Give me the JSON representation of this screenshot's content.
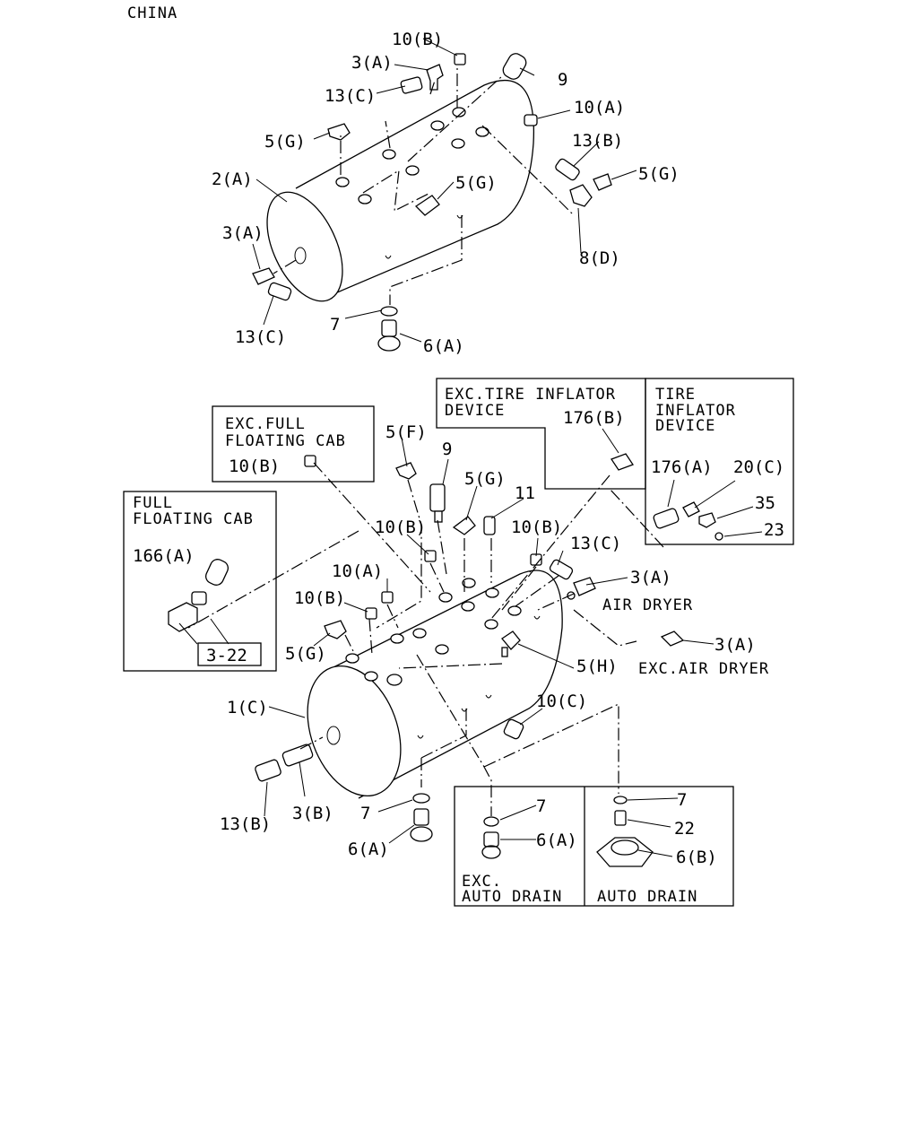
{
  "header": {
    "region": "CHINA"
  },
  "top_assembly": {
    "labels": {
      "p10b": "10(B)",
      "p3a_1": "3(A)",
      "p13c_1": "13(C)",
      "p9": "9",
      "p10a": "10(A)",
      "p5g_1": "5(G)",
      "p13b": "13(B)",
      "p5g_2": "5(G)",
      "p2a": "2(A)",
      "p5g_3": "5(G)",
      "p3a_2": "3(A)",
      "p8d": "8(D)",
      "p13c_2": "13(C)",
      "p7": "7",
      "p6a": "6(A)"
    }
  },
  "bottom_assembly": {
    "boxes": {
      "exc_full_floating_cab": {
        "line1": "EXC.FULL",
        "line2": "FLOATING CAB"
      },
      "full_floating_cab": {
        "line1": "FULL",
        "line2": "FLOATING CAB",
        "ref": "3-22"
      },
      "exc_tire_inflator": {
        "line1": "EXC.TIRE INFLATOR",
        "line2": "DEVICE"
      },
      "tire_inflator": {
        "line1": "TIRE",
        "line2": "INFLATOR",
        "line3": "DEVICE"
      },
      "exc_auto_drain": {
        "line1": "EXC.",
        "line2": "AUTO DRAIN"
      },
      "auto_drain": {
        "line1": "AUTO DRAIN"
      }
    },
    "labels": {
      "p10b_box": "10(B)",
      "p5f": "5(F)",
      "p9": "9",
      "p176b": "176(B)",
      "p176a": "176(A)",
      "p20c": "20(C)",
      "p35": "35",
      "p23": "23",
      "p5g_top": "5(G)",
      "p11": "11",
      "p10b_1": "10(B)",
      "p10b_2": "10(B)",
      "p166a": "166(A)",
      "p10a": "10(A)",
      "p13c": "13(C)",
      "p3a_1": "3(A)",
      "p10b_3": "10(B)",
      "p5g_left": "5(G)",
      "p5h": "5(H)",
      "p3a_2": "3(A)",
      "p1c": "1(C)",
      "p10c": "10(C)",
      "p13b": "13(B)",
      "p3b": "3(B)",
      "p7_1": "7",
      "p6a_1": "6(A)",
      "p7_2": "7",
      "p6a_2": "6(A)",
      "p7_3": "7",
      "p22": "22",
      "p6b": "6(B)"
    },
    "notes": {
      "air_dryer": "AIR DRYER",
      "exc_air_dryer": "EXC.AIR DRYER"
    }
  }
}
